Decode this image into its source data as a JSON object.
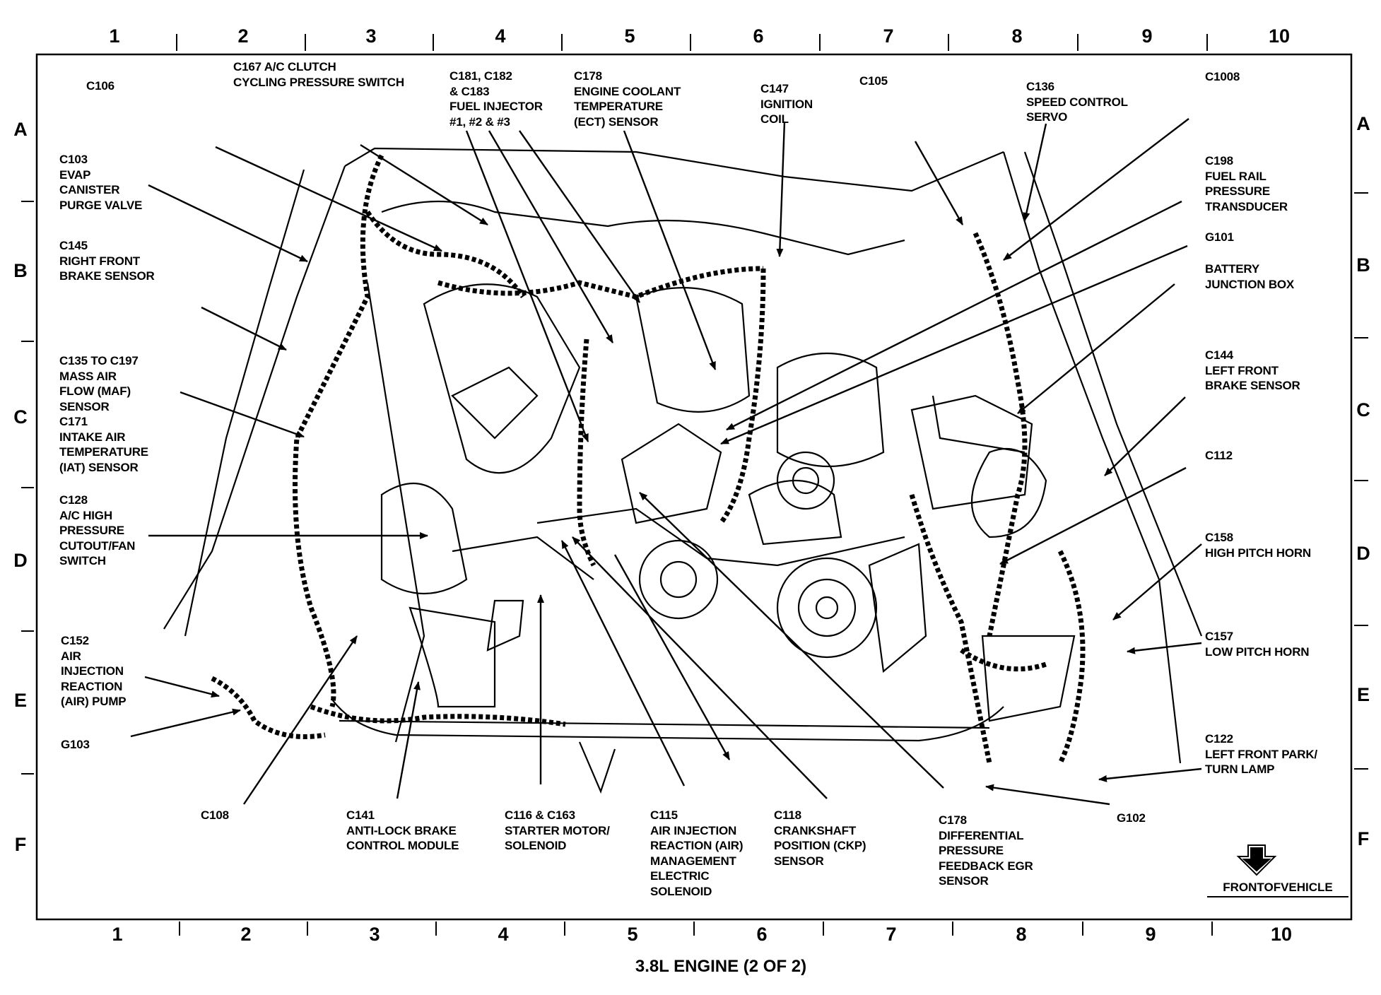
{
  "caption": "3.8L ENGINE (2 OF 2)",
  "front_of_vehicle": "FRONTOFVEHICLE",
  "grid": {
    "columns": [
      "1",
      "2",
      "3",
      "4",
      "5",
      "6",
      "7",
      "8",
      "9",
      "10"
    ],
    "rows": [
      "A",
      "B",
      "C",
      "D",
      "E",
      "F"
    ]
  },
  "labels": [
    {
      "id": "c106",
      "text": "C106"
    },
    {
      "id": "c167",
      "text": "C167 A/C CLUTCH\nCYCLING PRESSURE SWITCH"
    },
    {
      "id": "c181",
      "text": "C181, C182\n& C183\nFUEL INJECTOR\n#1, #2 & #3"
    },
    {
      "id": "c178-ect",
      "text": "C178\nENGINE COOLANT\nTEMPERATURE\n(ECT) SENSOR"
    },
    {
      "id": "c147",
      "text": "C147\nIGNITION\nCOIL"
    },
    {
      "id": "c105",
      "text": "C105"
    },
    {
      "id": "c136",
      "text": "C136\nSPEED CONTROL\nSERVO"
    },
    {
      "id": "c1008",
      "text": "C1008"
    },
    {
      "id": "c103",
      "text": "C103\nEVAP\nCANISTER\nPURGE VALVE"
    },
    {
      "id": "c198",
      "text": "C198\nFUEL RAIL\nPRESSURE\nTRANSDUCER"
    },
    {
      "id": "g101",
      "text": "G101"
    },
    {
      "id": "c145",
      "text": "C145\nRIGHT FRONT\nBRAKE SENSOR"
    },
    {
      "id": "battery",
      "text": "BATTERY\nJUNCTION BOX"
    },
    {
      "id": "c135",
      "text": "C135 TO C197\nMASS AIR\nFLOW (MAF)\nSENSOR\nC171\nINTAKE AIR\nTEMPERATURE\n(IAT) SENSOR"
    },
    {
      "id": "c144",
      "text": "C144\nLEFT FRONT\nBRAKE SENSOR"
    },
    {
      "id": "c112",
      "text": "C112"
    },
    {
      "id": "c128",
      "text": "C128\nA/C HIGH\nPRESSURE\nCUTOUT/FAN\nSWITCH"
    },
    {
      "id": "c158",
      "text": "C158\nHIGH PITCH HORN"
    },
    {
      "id": "c157",
      "text": "C157\nLOW PITCH HORN"
    },
    {
      "id": "c152",
      "text": "C152\nAIR\nINJECTION\nREACTION\n(AIR) PUMP"
    },
    {
      "id": "g103",
      "text": "G103"
    },
    {
      "id": "c122",
      "text": "C122\nLEFT FRONT PARK/\nTURN LAMP"
    },
    {
      "id": "c108",
      "text": "C108"
    },
    {
      "id": "g102",
      "text": "G102"
    },
    {
      "id": "c141",
      "text": "C141\nANTI-LOCK BRAKE\nCONTROL MODULE"
    },
    {
      "id": "c116",
      "text": "C116 & C163\nSTARTER MOTOR/\nSOLENOID"
    },
    {
      "id": "c115",
      "text": "C115\nAIR INJECTION\nREACTION (AIR)\nMANAGEMENT\nELECTRIC\nSOLENOID"
    },
    {
      "id": "c118",
      "text": "C118\nCRANKSHAFT\nPOSITION (CKP)\nSENSOR"
    },
    {
      "id": "c178-egr",
      "text": "C178\nDIFFERENTIAL\nPRESSURE\nFEEDBACK EGR\nSENSOR"
    }
  ]
}
